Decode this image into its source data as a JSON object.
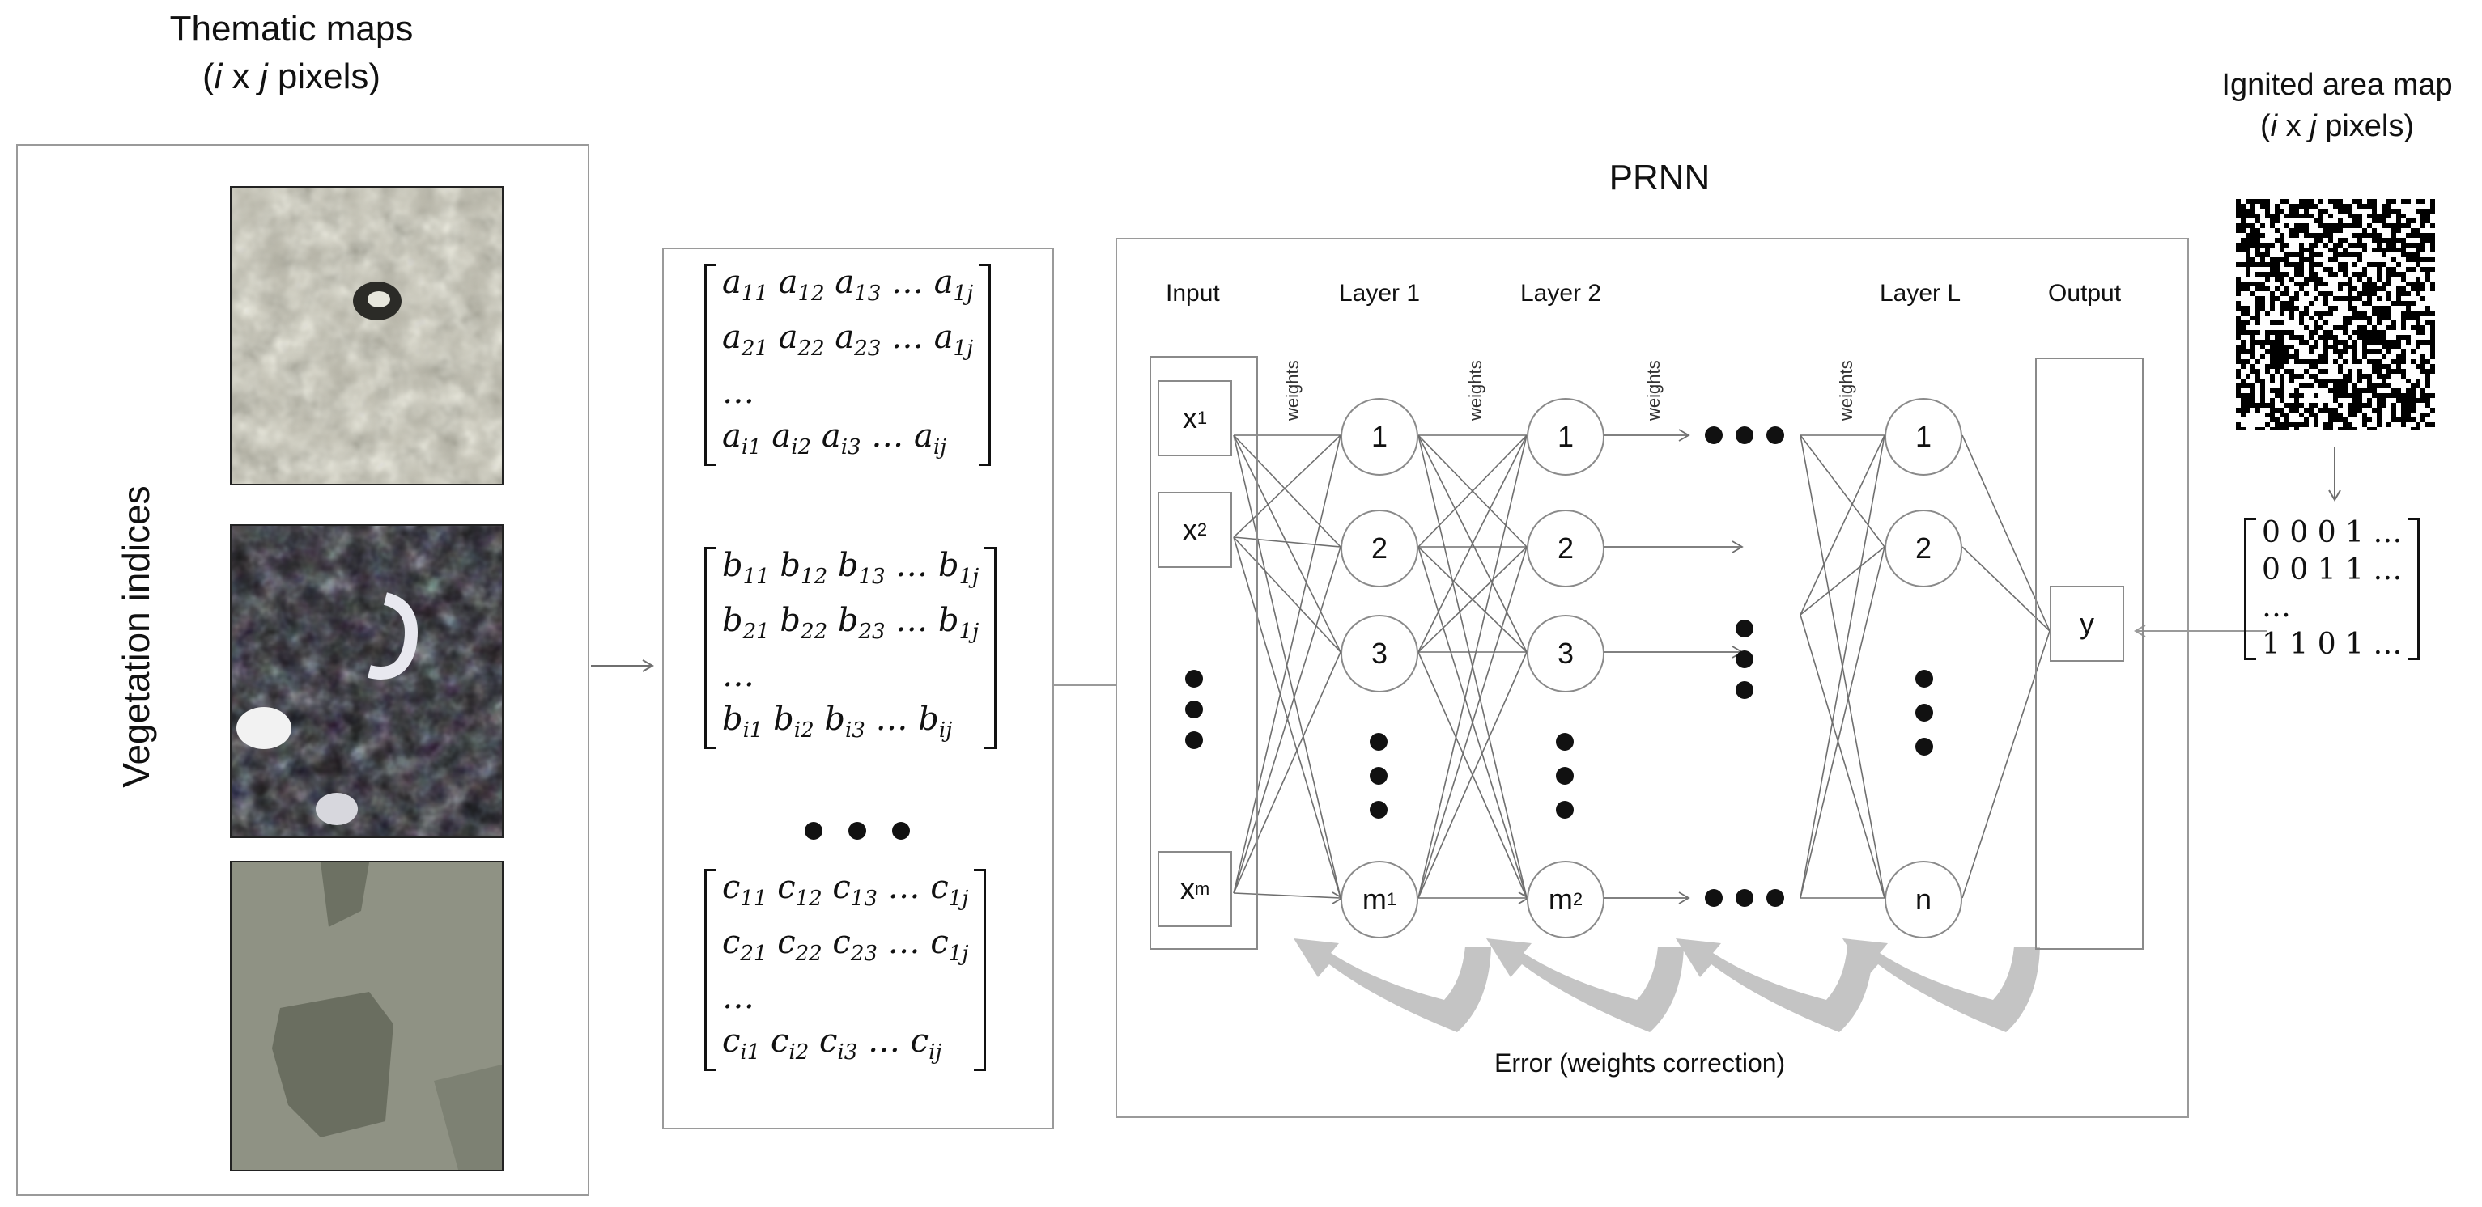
{
  "thematic": {
    "title_line1": "Thematic maps",
    "title_line2_i": "i",
    "title_line2_x": " x ",
    "title_line2_j": "j",
    "title_line2_rest": " pixels)",
    "side_label": "Vegetation indices"
  },
  "ignited": {
    "title_line1": "Ignited area map",
    "title_line2_i": "i",
    "title_line2_x": " x ",
    "title_line2_j": "j",
    "title_line2_rest": " pixels)",
    "matrix_rows": [
      "0 0 0 1 …",
      "0 0 1 1 …",
      "…",
      "1 1 0 1 …"
    ]
  },
  "matrices": {
    "a": [
      "a11 a12 a13 … a1j",
      "a21 a22 a23 … a1j",
      "…",
      "ai1 ai2 ai3 … aij"
    ],
    "b": [
      "b11 b12 b13 … b1j",
      "b21 b22 b23 … b1j",
      "…",
      "bi1 bi2 bi3 … bij"
    ],
    "c": [
      "c11 c12 c13 … c1j",
      "c21 c22 c23 … c1j",
      "…",
      "ci1 ci2 ci3 … cij"
    ]
  },
  "prnn": {
    "title": "PRNN",
    "headers": {
      "input": "Input",
      "layer1": "Layer 1",
      "layer2": "Layer 2",
      "layerL": "Layer L",
      "output": "Output"
    },
    "weights_label": "weights",
    "inputs": {
      "x1": "x",
      "x1_sub": "1",
      "x2": "x",
      "x2_sub": "2",
      "xm": "x",
      "xm_sub": "m"
    },
    "layer1_nodes": {
      "n1": "1",
      "n2": "2",
      "n3": "3",
      "nm": "m",
      "nm_sub": "1"
    },
    "layer2_nodes": {
      "n1": "1",
      "n2": "2",
      "n3": "3",
      "nm": "m",
      "nm_sub": "2"
    },
    "layerL_nodes": {
      "n1": "1",
      "n2": "2",
      "nn": "n"
    },
    "output_node": "y",
    "error_label": "Error (weights correction)"
  },
  "colors": {
    "panel_border": "#9a9a9a",
    "node_border": "#8a8a8a",
    "edge": "#6f6f6f",
    "feedback_arrow": "#bdbdbd"
  }
}
